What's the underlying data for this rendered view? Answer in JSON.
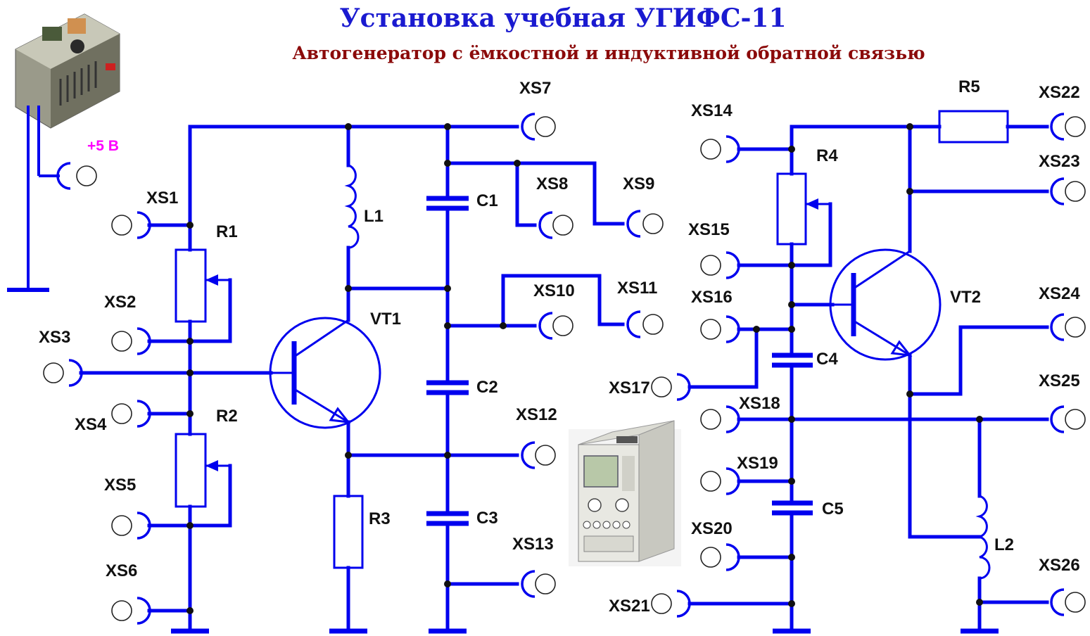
{
  "title": "Установка учебная УГИФС-11",
  "subtitle": "Автогенератор с ёмкостной и индуктивной обратной связью",
  "power_label": "+5 В",
  "colors": {
    "wire": "#0000ee",
    "title": "#1a1ad0",
    "subtitle": "#8b0a0a",
    "power": "#ff00ff",
    "label": "#111111"
  },
  "components": {
    "R1": "R1",
    "R2": "R2",
    "R3": "R3",
    "R4": "R4",
    "R5": "R5",
    "C1": "C1",
    "C2": "C2",
    "C3": "C3",
    "C4": "C4",
    "C5": "C5",
    "L1": "L1",
    "L2": "L2",
    "VT1": "VT1",
    "VT2": "VT2"
  },
  "jacks": {
    "XS1": "XS1",
    "XS2": "XS2",
    "XS3": "XS3",
    "XS4": "XS4",
    "XS5": "XS5",
    "XS6": "XS6",
    "XS7": "XS7",
    "XS8": "XS8",
    "XS9": "XS9",
    "XS10": "XS10",
    "XS11": "XS11",
    "XS12": "XS12",
    "XS13": "XS13",
    "XS14": "XS14",
    "XS15": "XS15",
    "XS16": "XS16",
    "XS17": "XS17",
    "XS18": "XS18",
    "XS19": "XS19",
    "XS20": "XS20",
    "XS21": "XS21",
    "XS22": "XS22",
    "XS23": "XS23",
    "XS24": "XS24",
    "XS25": "XS25",
    "XS26": "XS26"
  },
  "images": {
    "power_supply": "power-supply-board",
    "oscilloscope": "oscilloscope"
  }
}
